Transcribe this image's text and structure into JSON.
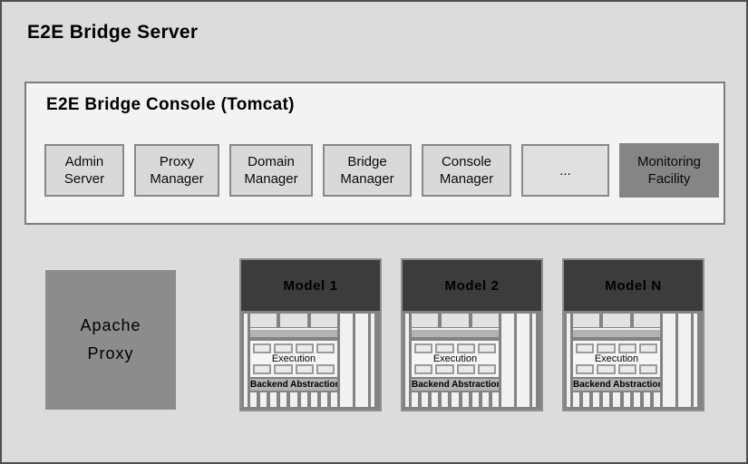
{
  "server": {
    "title": "E2E Bridge Server"
  },
  "console": {
    "title": "E2E Bridge Console (Tomcat)",
    "modules": [
      {
        "label": "Admin Server"
      },
      {
        "label": "Proxy Manager"
      },
      {
        "label": "Domain Manager"
      },
      {
        "label": "Bridge Manager"
      },
      {
        "label": "Console Manager"
      },
      {
        "label": "..."
      },
      {
        "label": "Monitoring Facility"
      }
    ]
  },
  "apache_proxy": {
    "lines": [
      "Apache",
      "Proxy"
    ]
  },
  "models": {
    "headers": [
      "Model 1",
      "Model 2",
      "Model N"
    ],
    "execution_label": "Execution",
    "backend_label": "Backend Abstraction"
  },
  "colors": {
    "page_background": "#dcdcdc",
    "outer_border": "#4f4f4f",
    "console_background": "#f3f3f3",
    "module_fill": "#d9d9d9",
    "module_border": "#898989",
    "monitoring_fill": "#858585",
    "apache_fill": "#8c8c8c",
    "model_header_fill": "#3c3c3c",
    "model_body_fill": "#838383",
    "rail_fill": "#f1f1f1",
    "connector_bar_fill": "#b2b2b2"
  }
}
